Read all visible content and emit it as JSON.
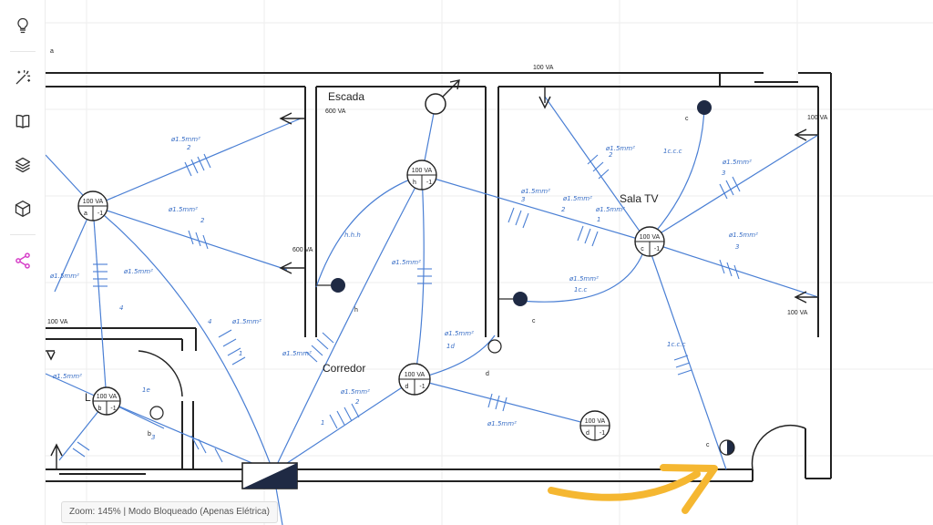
{
  "toolbar": {
    "items": [
      {
        "icon": "lightbulb-icon"
      },
      {
        "icon": "magic-wand-icon"
      },
      {
        "icon": "book-icon"
      },
      {
        "icon": "layers-icon"
      },
      {
        "icon": "cube-icon"
      },
      {
        "icon": "share-nodes-icon",
        "active": true
      }
    ],
    "active_color": "#d63fc8"
  },
  "plan": {
    "colors": {
      "wall": "#222222",
      "wire": "#4a7fd4",
      "text_blue": "#3a6fc6",
      "arrow": "#f5b731"
    },
    "room_labels": {
      "escada": "Escada",
      "sala": "Sala TV",
      "corredor": "Corredor",
      "left_partial": "L"
    },
    "lamps": [
      {
        "id": "lamp-left",
        "power": "100 VA",
        "switch": "a",
        "circuit": "-1"
      },
      {
        "id": "lamp-escada",
        "power": "100 VA",
        "switch": "h",
        "circuit": "-1"
      },
      {
        "id": "lamp-sala",
        "power": "100 VA",
        "switch": "c",
        "circuit": "-1"
      },
      {
        "id": "lamp-corredor",
        "power": "100 VA",
        "switch": "d",
        "circuit": "-1"
      },
      {
        "id": "lamp-lower-left",
        "power": "100 VA",
        "switch": "b",
        "circuit": "-1"
      },
      {
        "id": "lamp-lower-right",
        "power": "100 VA",
        "switch": "d",
        "circuit": "-1"
      }
    ],
    "power_labels": {
      "top": "100 VA",
      "top_right": "100 VA",
      "right": "100 VA",
      "mid": "600 VA",
      "left": "100 VA",
      "escada_note": "600 VA"
    },
    "switch_labels": {
      "s1": "c",
      "s2": "h",
      "s3": "c",
      "s4": "d",
      "s5": "c",
      "s6": "b",
      "s7": "a"
    },
    "circuits": {
      "c2": "2",
      "c3": "3",
      "c1": "1",
      "c4": "4",
      "cc": "1c.c",
      "ccc": "1c.c.c",
      "cd": "1d",
      "hhh": "h.h.h",
      "e": "1e"
    },
    "conductor": "ø1.5mm²",
    "minus_sign": "-1"
  },
  "status": {
    "text": "Zoom: 145% | Modo Bloqueado (Apenas Elétrica)"
  }
}
